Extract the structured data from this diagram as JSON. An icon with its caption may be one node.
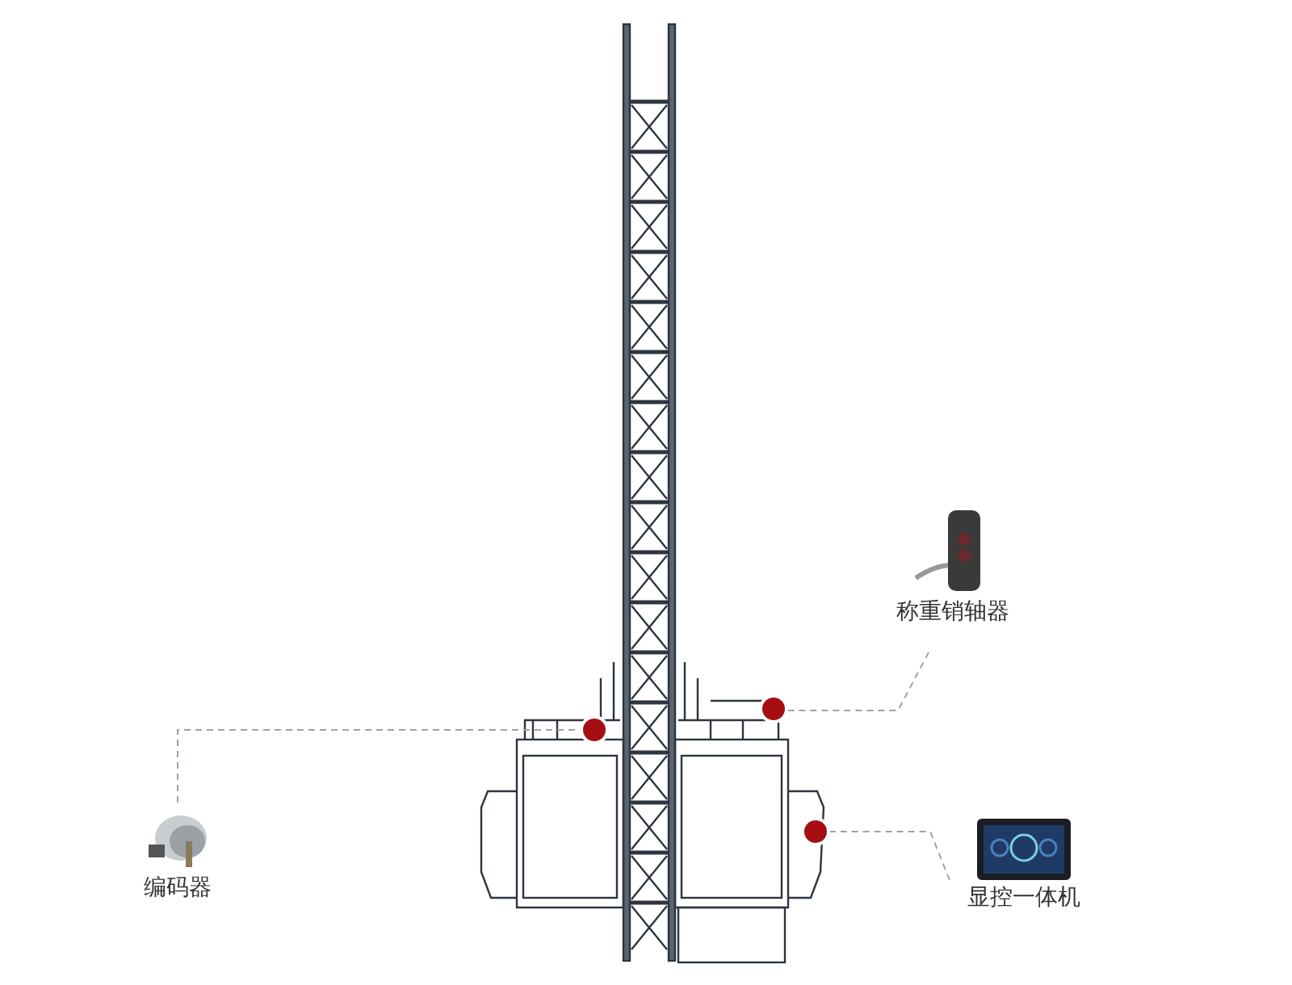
{
  "diagram": {
    "nodes": [
      {
        "text": [
          "编码器"
        ]
      },
      {
        "text": [
          "称重销轴器"
        ]
      },
      {
        "text": [
          "显控一体机"
        ]
      },
      {
        "text": [],
        "shape": "circle"
      },
      {
        "text": [],
        "shape": "circle"
      },
      {
        "text": [],
        "shape": "circle"
      }
    ],
    "edges": [
      {
        "from": 0,
        "to": 3,
        "arrow": "none",
        "style": "dashed"
      },
      {
        "from": 1,
        "to": 4,
        "arrow": "none",
        "style": "dashed"
      },
      {
        "from": 2,
        "to": 5,
        "arrow": "none",
        "style": "dashed"
      }
    ]
  }
}
